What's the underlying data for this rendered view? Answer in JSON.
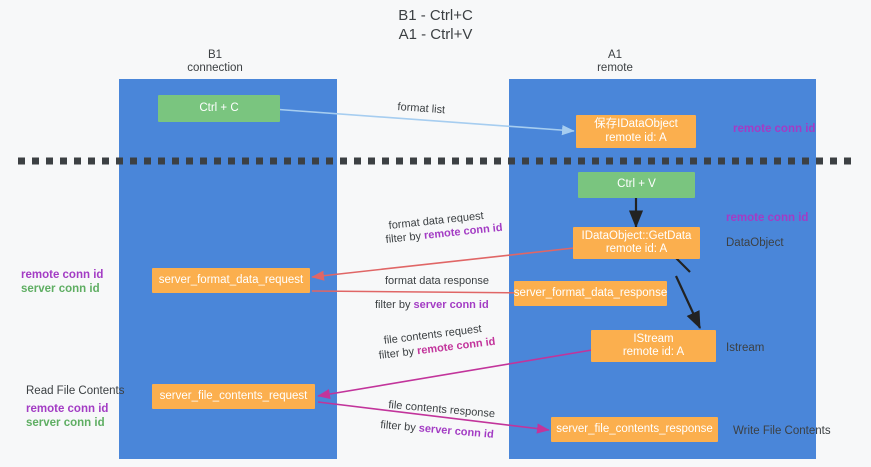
{
  "title": {
    "line1": "B1 - Ctrl+C",
    "line2": "A1 - Ctrl+V"
  },
  "columns": [
    {
      "name": "B1",
      "role": "connection"
    },
    {
      "name": "A1",
      "role": "remote"
    }
  ],
  "colors": {
    "lane": "#4a86d9",
    "node_green": "#7ac57f",
    "node_orange": "#fbaf4e",
    "divider": "#3c4043",
    "arrow_format_list": "#a6cdf0",
    "arrow_format_data": "#e06666",
    "arrow_file_contents": "#c2349b",
    "arrow_stream": "#c2349b",
    "arrow_black": "#222222",
    "text_purple": "#a33cc4",
    "text_green": "#5fae63",
    "text_dark": "#3c4043"
  },
  "nodes": {
    "ctrl_c": {
      "l1": "Ctrl + C",
      "l2": ""
    },
    "save_idataobject": {
      "l1": "保存IDataObject",
      "l2": "remote id: A"
    },
    "ctrl_v": {
      "l1": "Ctrl + V",
      "l2": ""
    },
    "getdata": {
      "l1": "IDataObject::GetData",
      "l2": "remote id: A"
    },
    "server_format_data_request": {
      "l1": "server_format_data_request",
      "l2": ""
    },
    "server_format_data_response": {
      "l1": "server_format_data_response",
      "l2": ""
    },
    "istream": {
      "l1": "IStream",
      "l2": "remote id: A"
    },
    "server_file_contents_request": {
      "l1": "server_file_contents_request",
      "l2": ""
    },
    "server_file_contents_response": {
      "l1": "server_file_contents_response",
      "l2": ""
    }
  },
  "edge_labels": {
    "format_list": "format list",
    "format_data_request": "format data request",
    "format_data_request_filter_prefix": "filter by ",
    "format_data_request_filter_key": "remote conn id",
    "format_data_response": "format data response",
    "format_data_response_filter_prefix": "filter by ",
    "format_data_response_filter_key": "server conn id",
    "file_contents_request": "file contents request",
    "file_contents_request_filter_prefix": "filter by ",
    "file_contents_request_filter_key": "remote conn id",
    "file_contents_response": "file contents response",
    "file_contents_response_filter_prefix": "filter by ",
    "file_contents_response_filter_key": "server conn id"
  },
  "right_labels": {
    "remote_conn_id_top": "remote conn id",
    "remote_conn_id_mid": "remote conn id",
    "dataobject": "DataObject",
    "istream": "Istream",
    "write_file_contents": "Write File Contents"
  },
  "left_labels": {
    "remote_conn_id_mid": "remote conn id",
    "server_conn_id_mid": "server conn id",
    "read_file_contents": "Read File Contents",
    "remote_conn_id_bottom": "remote conn id",
    "server_conn_id_bottom": "server conn id"
  }
}
